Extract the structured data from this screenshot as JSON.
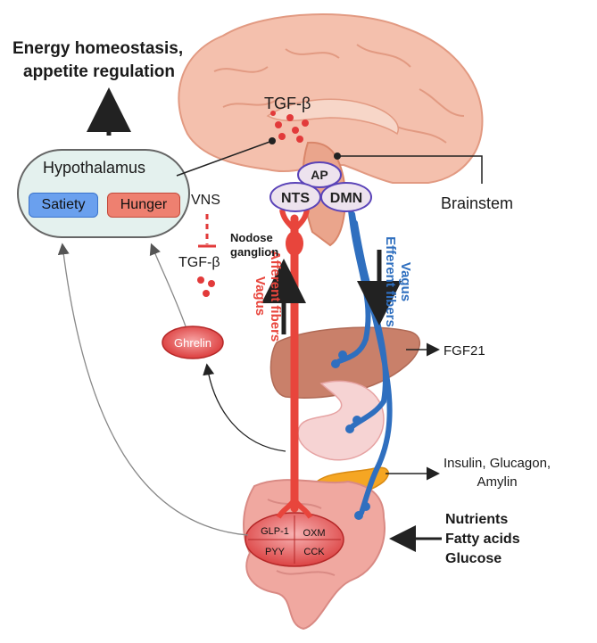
{
  "title": {
    "line1": "Energy homeostasis,",
    "line2": "appetite regulation"
  },
  "hypothalamus": {
    "label": "Hypothalamus",
    "satiety": "Satiety",
    "hunger": "Hunger"
  },
  "brain": {
    "tgfb": "TGF-β",
    "ap": "AP",
    "nts": "NTS",
    "dmn": "DMN",
    "brainstem": "Brainstem"
  },
  "vns": {
    "label": "VNS",
    "tgfb": "TGF-β"
  },
  "nodose": {
    "line1": "Nodose",
    "line2": "ganglion"
  },
  "vagus_afferent": {
    "line1": "Vagus",
    "line2": "Afferent fibers"
  },
  "vagus_efferent": {
    "line1": "Vagus",
    "line2": "Efferent fibers"
  },
  "ghrelin": "Ghrelin",
  "fgf21": "FGF21",
  "pancreas_hormones": {
    "line1": "Insulin, Glucagon,",
    "line2": "Amylin"
  },
  "gut_hormones": {
    "glp1": "GLP-1",
    "oxm": "OXM",
    "pyy": "PYY",
    "cck": "CCK"
  },
  "nutrients": {
    "line1": "Nutrients",
    "line2": "Fatty acids",
    "line3": "Glucose"
  },
  "colors": {
    "afferent": "#e8453c",
    "efferent": "#2f6fbf",
    "brain": "#f4c0ad",
    "liver": "#c9806a",
    "intestine": "#f0a8a0",
    "pancreas": "#f5a623"
  }
}
